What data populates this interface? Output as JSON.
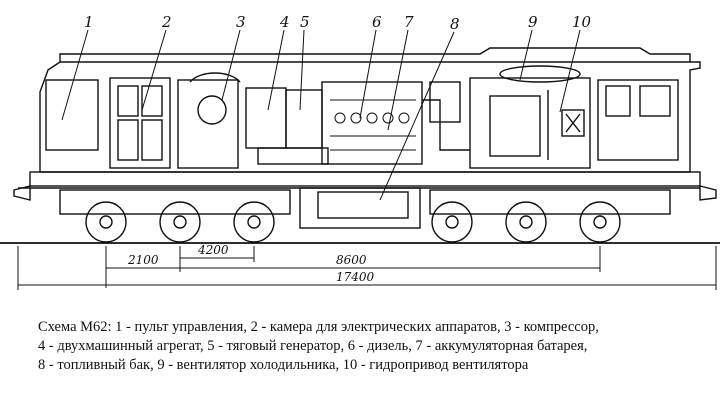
{
  "labels": [
    "1",
    "2",
    "3",
    "4",
    "5",
    "6",
    "7",
    "8",
    "9",
    "10"
  ],
  "dimensions": {
    "d1": "2100",
    "d2": "4200",
    "d3": "8600",
    "d4": "17400"
  },
  "caption": {
    "line1": "Схема М62: 1 - пульт управления, 2 - камера для электрических аппаратов, 3 - компрессор,",
    "line2": "4 - двухмашинный агрегат, 5 - тяговый генератор, 6 - дизель, 7 - аккумуляторная батарея,",
    "line3": "8 - топливный бак, 9 - вентилятор холодильника, 10 - гидропривод вентилятора"
  }
}
